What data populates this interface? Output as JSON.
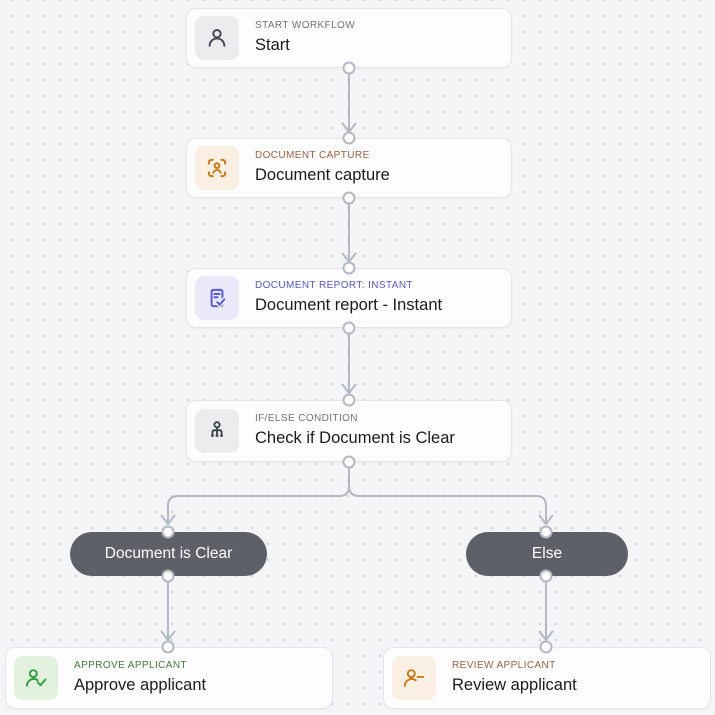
{
  "canvas": {
    "background": "#f4f5f7",
    "dot_grid_color": "#d2d4da",
    "connector_color": "#b4b8c2"
  },
  "nodes": {
    "start": {
      "label": "START WORKFLOW",
      "title": "Start",
      "label_color": "#6f7378",
      "icon": "person-icon",
      "icon_color": "#43474e",
      "icon_bg": "#ebecee"
    },
    "capture": {
      "label": "DOCUMENT CAPTURE",
      "title": "Document capture",
      "label_color": "#9c6142",
      "icon": "person-scan-icon",
      "icon_color": "#cc7914",
      "icon_bg": "#f9efe3"
    },
    "report": {
      "label": "DOCUMENT REPORT: INSTANT",
      "title": "Document report - Instant",
      "label_color": "#5458c8",
      "icon": "document-check-icon",
      "icon_color": "#5459d6",
      "icon_bg": "#e9e9fa"
    },
    "condition": {
      "label": "IF/ELSE CONDITION",
      "title": "Check if Document is Clear",
      "label_color": "#6f7378",
      "icon": "branch-icon",
      "icon_color": "#43474e",
      "icon_bg": "#ebecee"
    },
    "approve": {
      "label": "APPROVE APPLICANT",
      "title": "Approve applicant",
      "label_color": "#44793f",
      "icon": "person-check-icon",
      "icon_color": "#2f9e3f",
      "icon_bg": "#e3f1df"
    },
    "review": {
      "label": "REVIEW APPLICANT",
      "title": "Review applicant",
      "label_color": "#9c6142",
      "icon": "person-dash-icon",
      "icon_color": "#cc7914",
      "icon_bg": "#f9efe3"
    }
  },
  "branch_pills": {
    "clear": {
      "label": "Document is Clear",
      "bg": "#5d6067",
      "text_color": "#ffffff"
    },
    "else": {
      "label": "Else",
      "bg": "#5d6067",
      "text_color": "#ffffff"
    }
  }
}
